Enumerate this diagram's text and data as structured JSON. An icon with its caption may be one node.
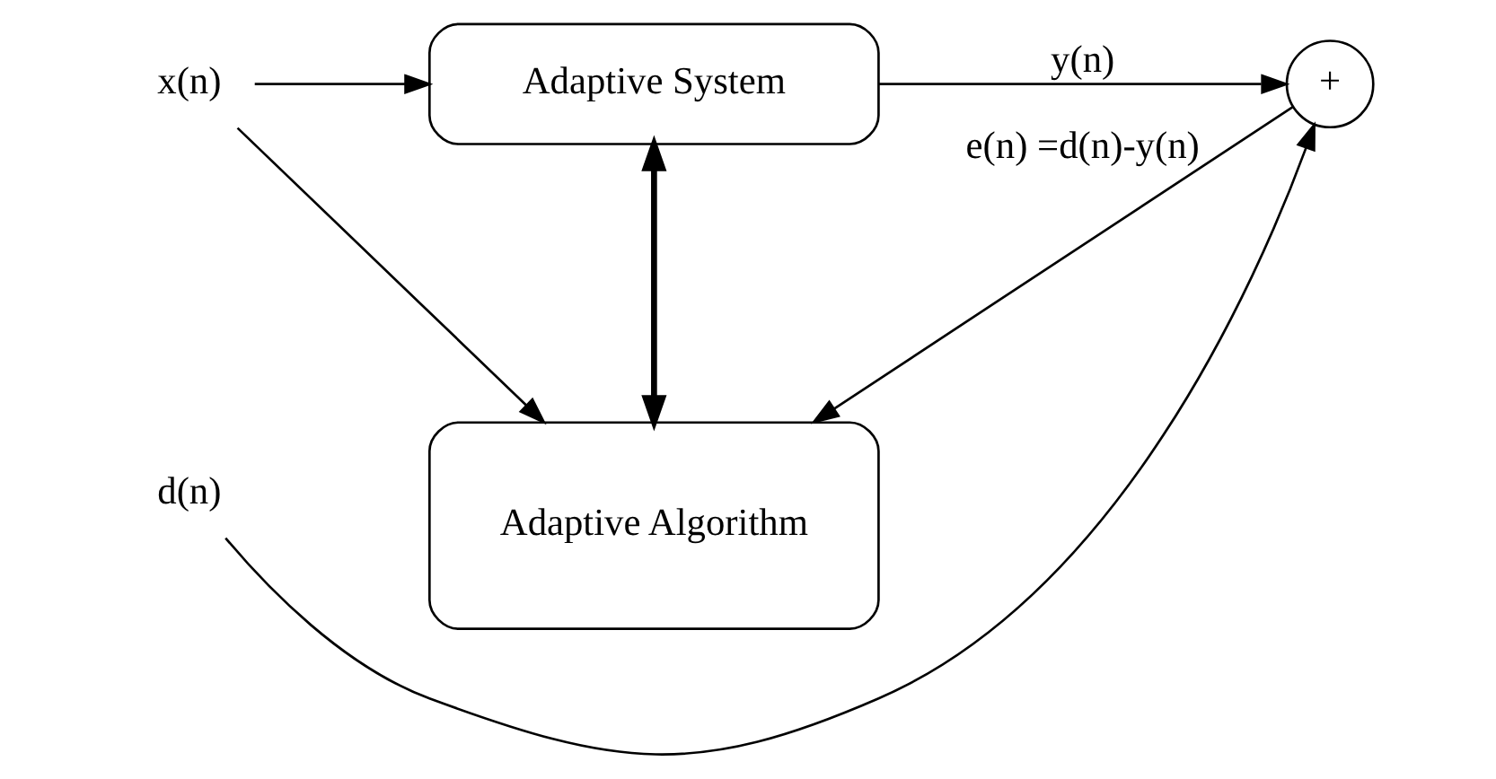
{
  "diagram": {
    "nodes": [
      {
        "text": [
          "Adaptive System"
        ]
      },
      {
        "text": [
          "Adaptive Algorithm"
        ]
      },
      {
        "text": [
          "+"
        ]
      },
      {
        "text": [
          "x(n)"
        ]
      },
      {
        "text": [
          "d(n)"
        ]
      }
    ],
    "edges": [
      {
        "from": 3,
        "to": 0,
        "arrow": "to"
      },
      {
        "from": 3,
        "to": 1,
        "arrow": "to"
      },
      {
        "from": 0,
        "to": 1,
        "arrow": "both",
        "style": "thick"
      },
      {
        "from": 0,
        "to": 2,
        "arrow": "to",
        "label": "y(n)"
      },
      {
        "from": 4,
        "to": 2,
        "arrow": "to"
      },
      {
        "from": 2,
        "to": 1,
        "arrow": "to",
        "label": "e(n) =d(n)-y(n)"
      }
    ]
  }
}
